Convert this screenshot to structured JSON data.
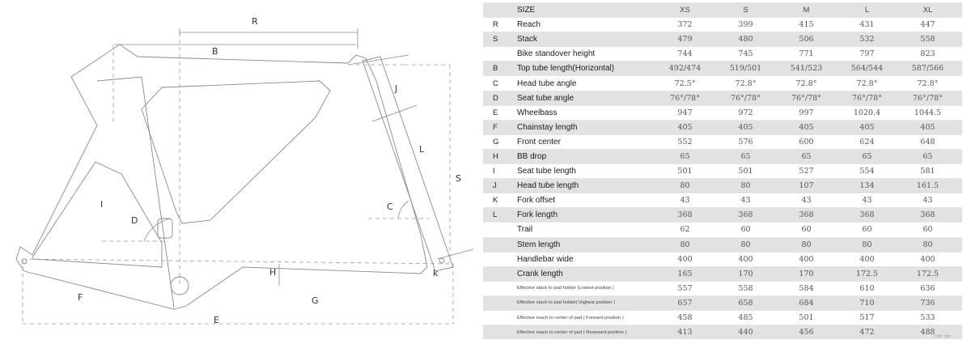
{
  "diagram": {
    "labels": {
      "R": "R",
      "B": "B",
      "J": "J",
      "L": "L",
      "S": "S",
      "I": "I",
      "D": "D",
      "C": "C",
      "H": "H",
      "k": "k",
      "F": "F",
      "G": "G",
      "E": "E"
    }
  },
  "geometry": {
    "header": {
      "key": "",
      "param": "SIZE",
      "sizes": [
        "XS",
        "S",
        "M",
        "L",
        "XL"
      ]
    },
    "rows": [
      {
        "key": "R",
        "param": "Reach",
        "values": [
          "372",
          "399",
          "415",
          "431",
          "447"
        ]
      },
      {
        "key": "S",
        "param": "Stack",
        "values": [
          "479",
          "480",
          "506",
          "532",
          "558"
        ]
      },
      {
        "key": "",
        "param": "Bike standover height",
        "values": [
          "744",
          "745",
          "771",
          "797",
          "823"
        ]
      },
      {
        "key": "B",
        "param": "Top tube length(Horizontal)",
        "values": [
          "492/474",
          "519/501",
          "541/523",
          "564/544",
          "587/566"
        ]
      },
      {
        "key": "C",
        "param": "Head tube angle",
        "values": [
          "72.5°",
          "72.8°",
          "72.8°",
          "72.8°",
          "72.8°"
        ]
      },
      {
        "key": "D",
        "param": "Seat tube angle",
        "values": [
          "76°/78°",
          "76°/78°",
          "76°/78°",
          "76°/78°",
          "76°/78°"
        ]
      },
      {
        "key": "E",
        "param": "Wheelbass",
        "values": [
          "947",
          "972",
          "997",
          "1020.4",
          "1044.5"
        ]
      },
      {
        "key": "F",
        "param": "Chainstay length",
        "values": [
          "405",
          "405",
          "405",
          "405",
          "405"
        ]
      },
      {
        "key": "G",
        "param": "Front center",
        "values": [
          "552",
          "576",
          "600",
          "624",
          "648"
        ]
      },
      {
        "key": "H",
        "param": "BB drop",
        "values": [
          "65",
          "65",
          "65",
          "65",
          "65"
        ]
      },
      {
        "key": "I",
        "param": "Seat tube length",
        "values": [
          "501",
          "501",
          "527",
          "554",
          "581"
        ]
      },
      {
        "key": "J",
        "param": "Head tube length",
        "values": [
          "80",
          "80",
          "107",
          "134",
          "161.5"
        ]
      },
      {
        "key": "K",
        "param": "Fork offset",
        "values": [
          "43",
          "43",
          "43",
          "43",
          "43"
        ]
      },
      {
        "key": "L",
        "param": "Fork length",
        "values": [
          "368",
          "368",
          "368",
          "368",
          "368"
        ]
      },
      {
        "key": "",
        "param": "Trail",
        "values": [
          "62",
          "60",
          "60",
          "60",
          "60"
        ]
      },
      {
        "key": "",
        "param": "Stem length",
        "values": [
          "80",
          "80",
          "80",
          "80",
          "80"
        ]
      },
      {
        "key": "",
        "param": "Handlebar wide",
        "values": [
          "400",
          "400",
          "400",
          "400",
          "400"
        ]
      },
      {
        "key": "",
        "param": "Crank length",
        "values": [
          "165",
          "170",
          "170",
          "172.5",
          "172.5"
        ]
      },
      {
        "key": "",
        "param": "Effective stack to pad holder (Lowest position )",
        "small": true,
        "values": [
          "557",
          "558",
          "584",
          "610",
          "636"
        ]
      },
      {
        "key": "",
        "param": "Effective stack to pad holder( Highest position )",
        "small": true,
        "values": [
          "657",
          "658",
          "684",
          "710",
          "736"
        ]
      },
      {
        "key": "",
        "param": "Effective reach to center of pad ( Forward position )",
        "small": true,
        "values": [
          "458",
          "485",
          "501",
          "517",
          "533"
        ]
      },
      {
        "key": "",
        "param": "Effective reach to center of pad ( Rearward position )",
        "small": true,
        "values": [
          "413",
          "440",
          "456",
          "472",
          "488"
        ]
      }
    ],
    "footnote": "Unit: mm"
  }
}
